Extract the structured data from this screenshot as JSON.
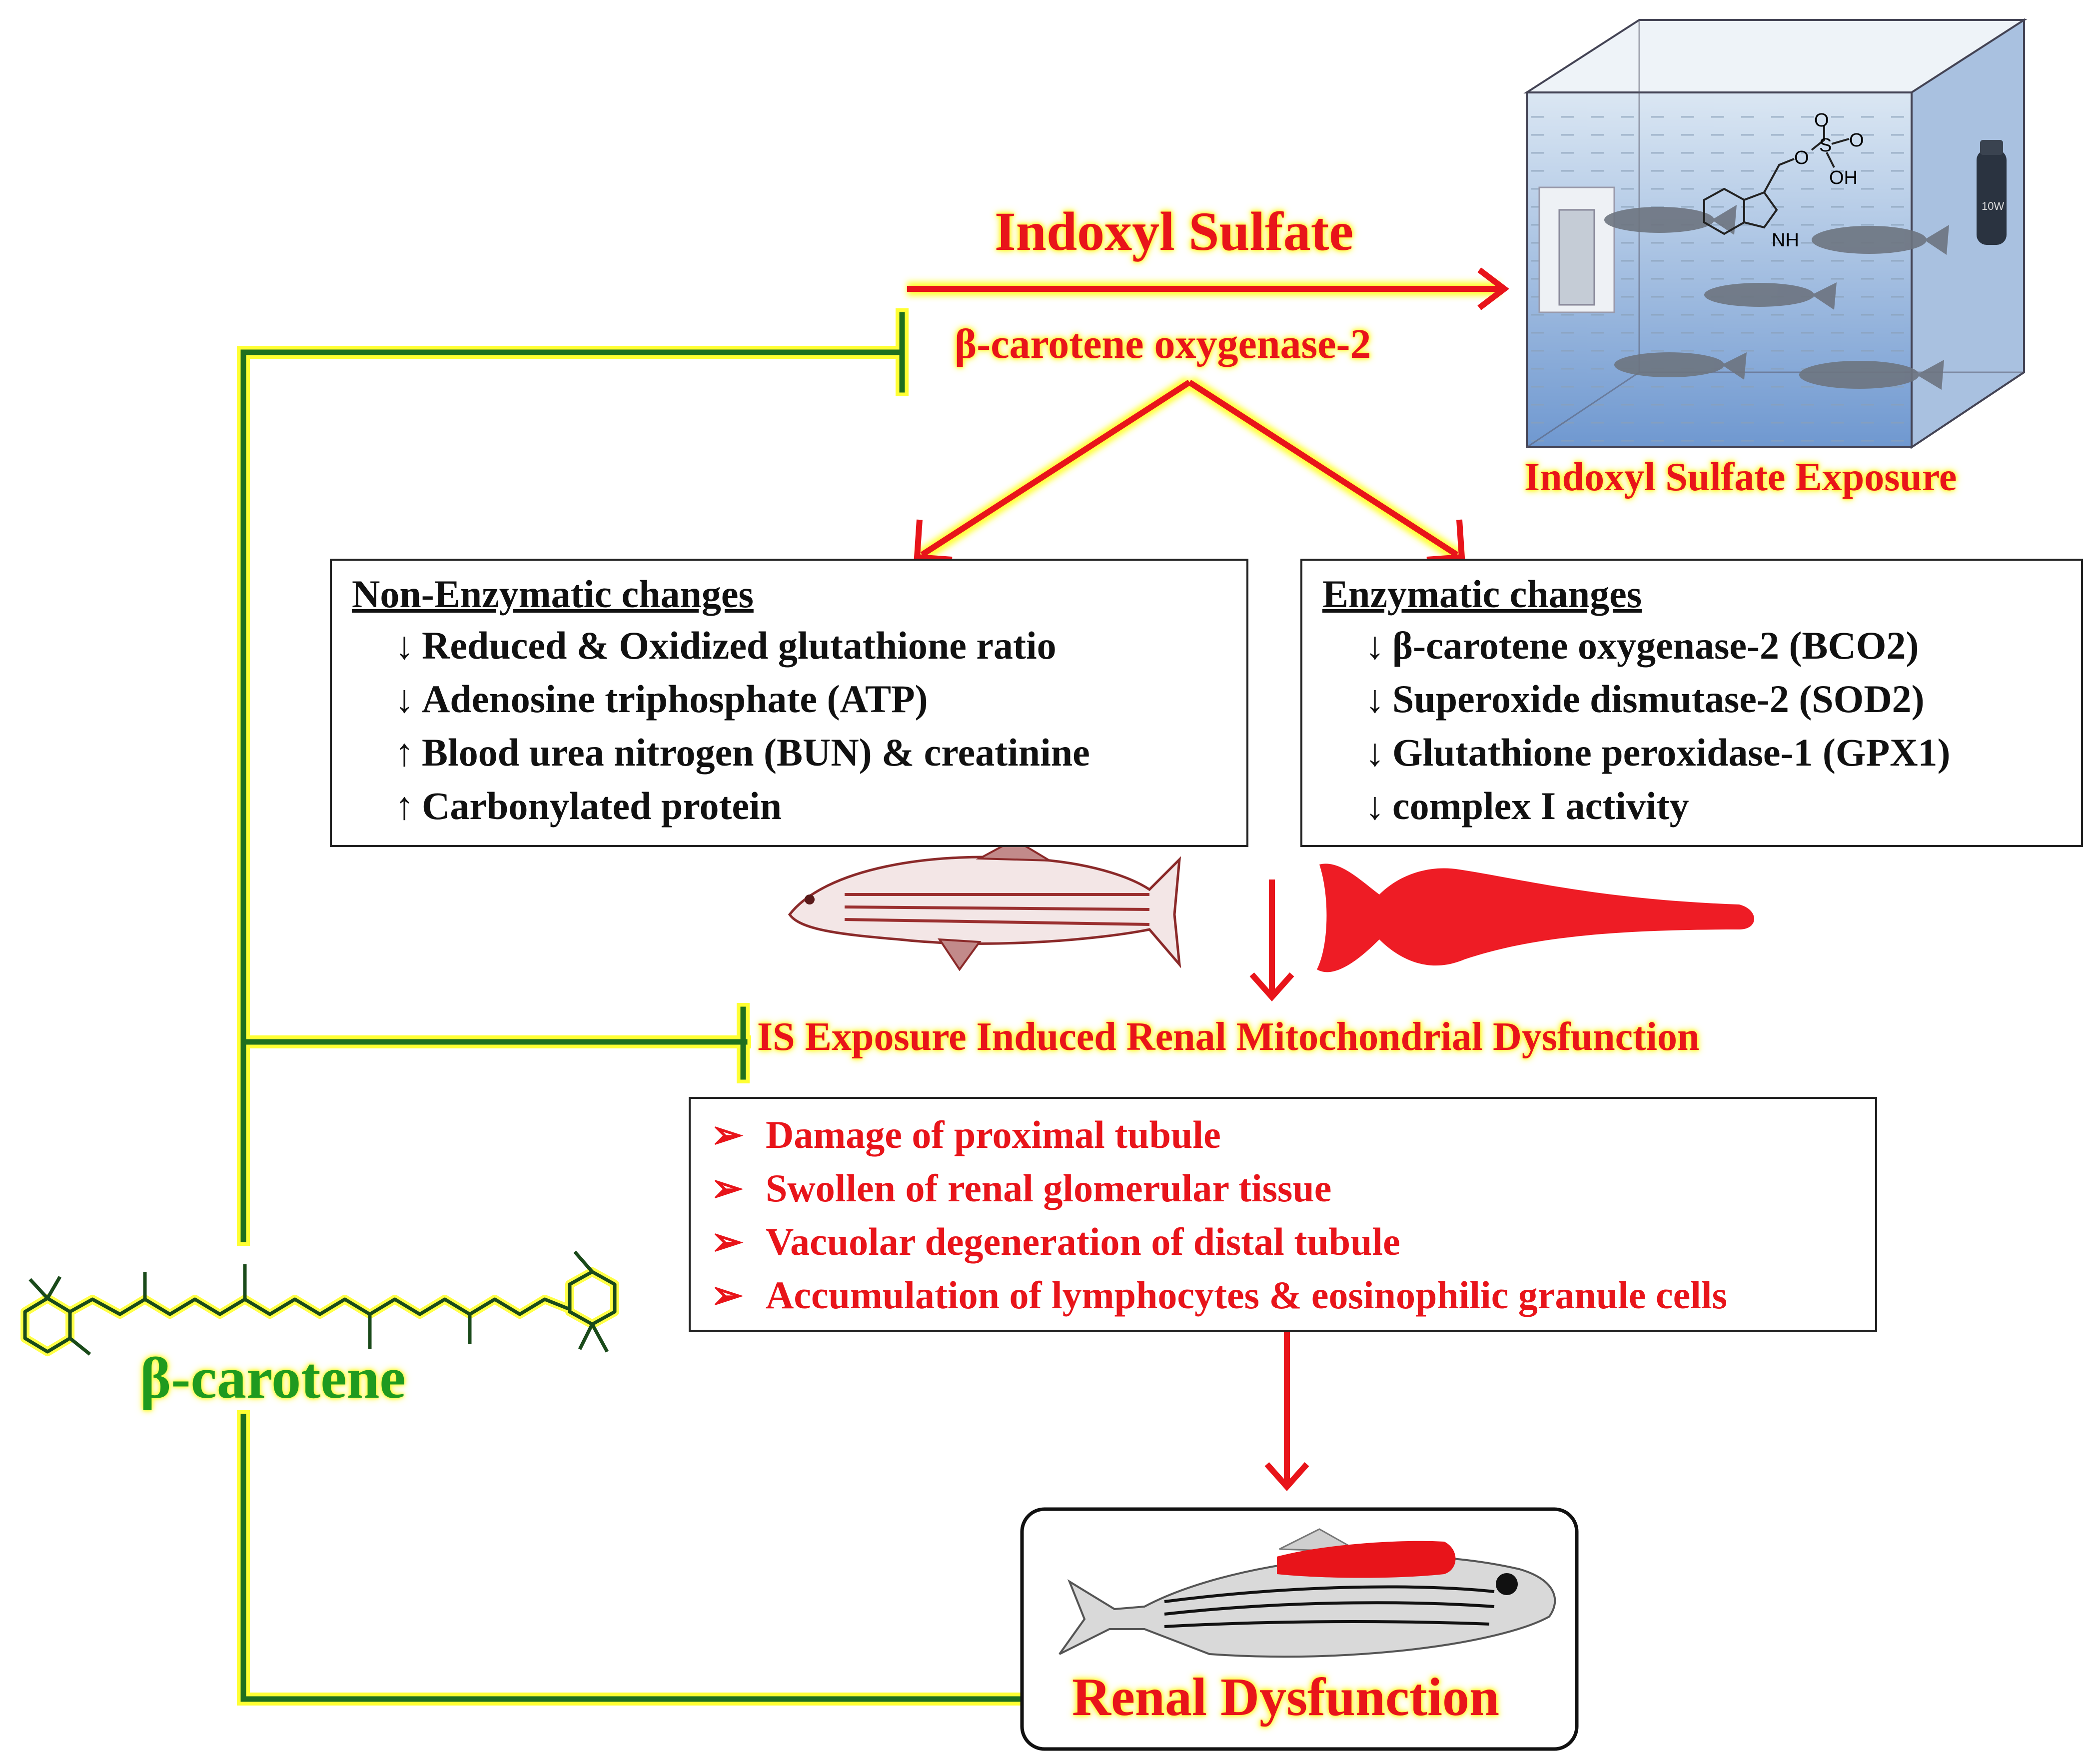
{
  "top": {
    "indoxyl_sulfate": "Indoxyl Sulfate",
    "bco2": "β-carotene oxygenase-2",
    "exposure_caption": "Indoxyl Sulfate Exposure"
  },
  "tank": {
    "molecule_labels": [
      "O",
      "O",
      "S",
      "O",
      "OH",
      "NH"
    ],
    "device_label": "10W"
  },
  "non_enzymatic": {
    "heading": "Non-Enzymatic changes",
    "items": [
      {
        "arrow": "↓",
        "text": "Reduced & Oxidized glutathione ratio"
      },
      {
        "arrow": "↓",
        "text": "Adenosine triphosphate (ATP)"
      },
      {
        "arrow": "↑",
        "text": "Blood urea nitrogen (BUN) & creatinine"
      },
      {
        "arrow": "↑",
        "text": "Carbonylated protein"
      }
    ]
  },
  "enzymatic": {
    "heading": "Enzymatic changes",
    "items": [
      {
        "arrow": "↓",
        "text": "β-carotene oxygenase-2 (BCO2)"
      },
      {
        "arrow": "↓",
        "text": "Superoxide dismutase-2 (SOD2)"
      },
      {
        "arrow": "↓",
        "text": "Glutathione peroxidase-1  (GPX1)"
      },
      {
        "arrow": "↓",
        "text": "complex I activity"
      }
    ]
  },
  "mito": {
    "label": "IS Exposure Induced Renal Mitochondrial Dysfunction"
  },
  "damage": {
    "marker": "➢",
    "items": [
      "Damage of proximal tubule",
      "Swollen of renal glomerular tissue",
      "Vacuolar degeneration of distal tubule",
      "Accumulation of lymphocytes & eosinophilic granule cells"
    ]
  },
  "renal": {
    "label": "Renal Dysfunction"
  },
  "beta_carotene": {
    "label": "β-carotene"
  },
  "colors": {
    "red": "#e8141a",
    "green": "#1f6f1f",
    "glow": "#ffff33",
    "tank_water": "#7fa6d8"
  }
}
